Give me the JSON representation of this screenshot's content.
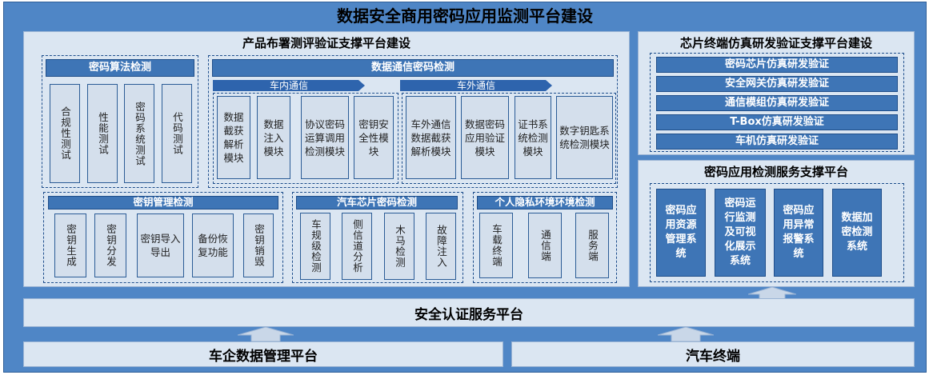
{
  "title": "数据安全商用密码应用监测平台建设",
  "left_panel": {
    "title": "产品布署测评验证支撑平台建设",
    "algo": {
      "header": "密码算法检测",
      "items": [
        "合规性测试",
        "性能测试",
        "密码系统测试",
        "代码测试"
      ]
    },
    "comm": {
      "header": "数据通信密码检测",
      "inner_label": "车内通信",
      "outer_label": "车外通信",
      "inner_items": [
        "数据截获解析模块",
        "数据注入模块",
        "协议密码运算调用检测模块",
        "密钥安全性模块"
      ],
      "outer_items": [
        "车外通信数据截获解析模块",
        "数据密码应用验证模块",
        "证书系统检测模块",
        "数字钥匙系统检测模块"
      ]
    },
    "key": {
      "header": "密钥管理检测",
      "items": [
        "密钥生成",
        "密钥分发",
        "密钥导入导出",
        "备份恢复功能",
        "密钥销毁"
      ]
    },
    "chip": {
      "header": "汽车芯片密码检测",
      "items": [
        "车规级检测",
        "侧信道分析",
        "木马检测",
        "故障注入"
      ]
    },
    "privacy": {
      "header": "个人隐私环境环境检测",
      "items": [
        "车载终端",
        "通信端",
        "服务端"
      ]
    }
  },
  "right_top": {
    "title": "芯片终端仿真研发验证支撑平台建设",
    "items": [
      "密码芯片仿真研发验证",
      "安全网关仿真研发验证",
      "通信模组仿真研发验证",
      "T-Box仿真研发验证",
      "车机仿真研发验证"
    ]
  },
  "right_bottom": {
    "title": "密码应用检测服务支撑平台",
    "items": [
      "密码应用资源管理系统",
      "密码运行监测及可视化展示系统",
      "密码应用异常报警系统",
      "数据加密检测系统"
    ]
  },
  "security_platform": "安全认证服务平台",
  "bottom_left": "车企数据管理平台",
  "bottom_right": "汽车终端",
  "colors": {
    "outer": "#4f86c6",
    "pane": "#dbe6f2",
    "header": "#3e75b6",
    "arrow": "#c9d7e8"
  }
}
